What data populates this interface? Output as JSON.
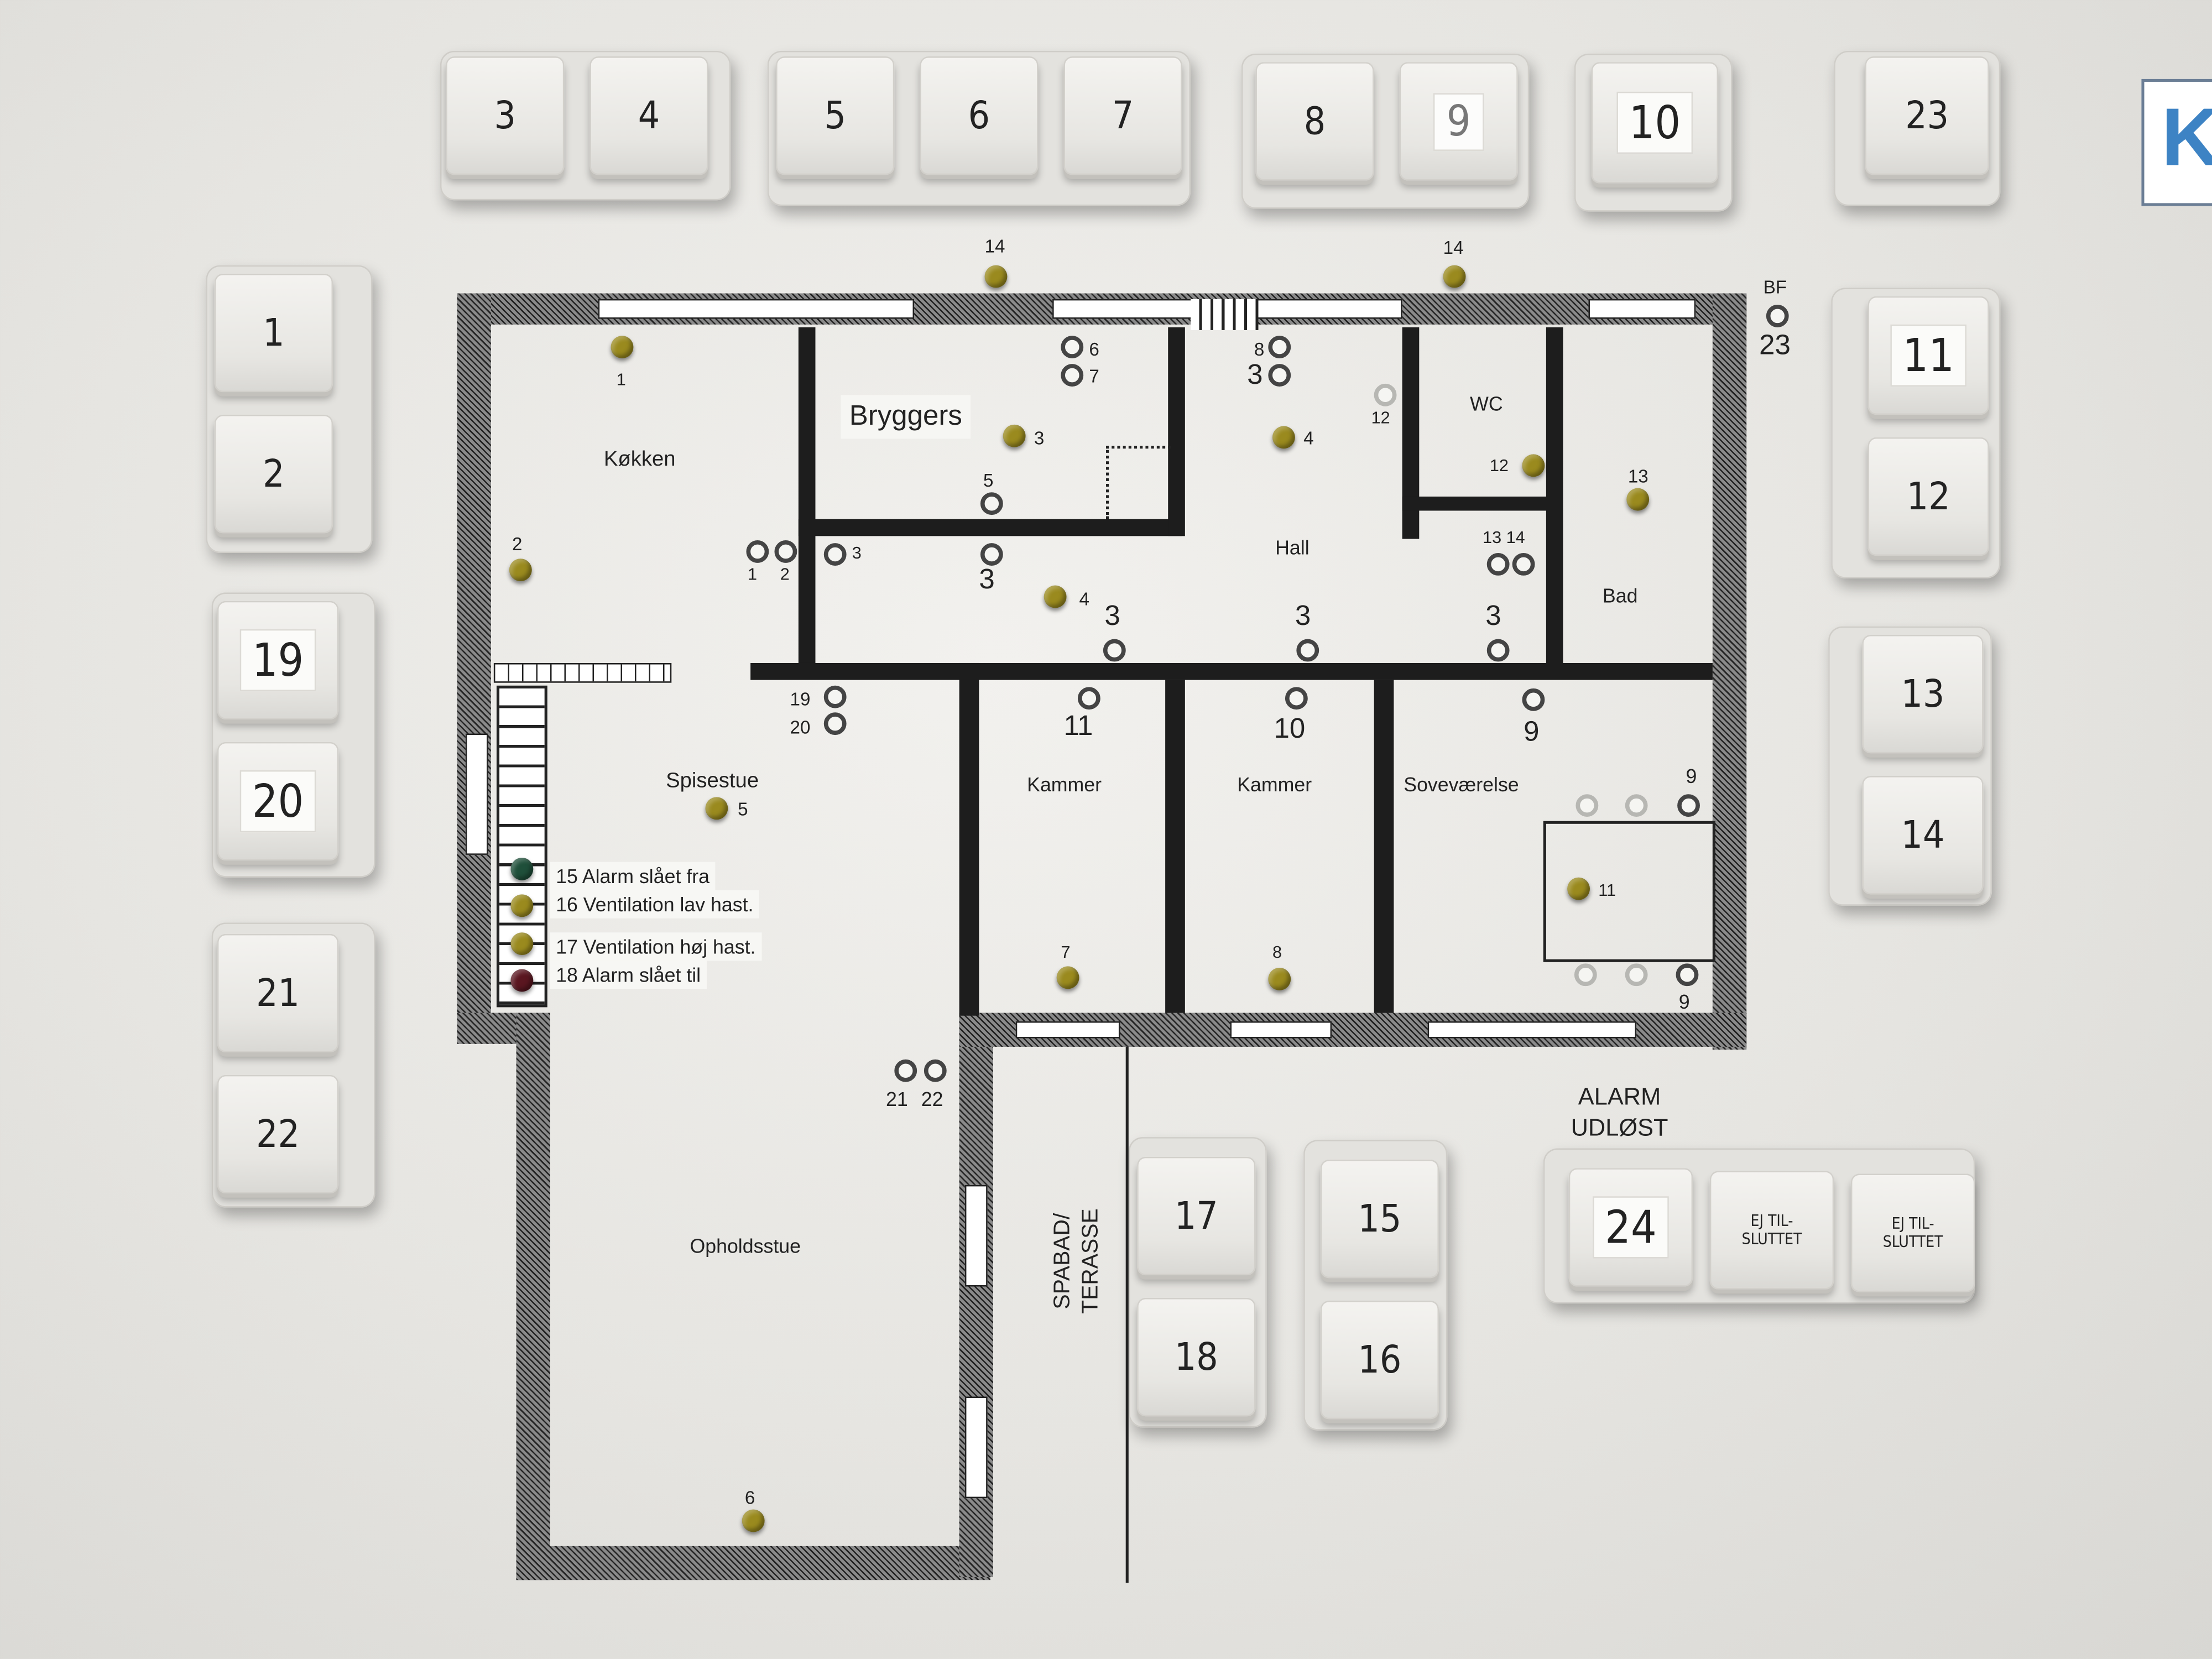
{
  "buttons": {
    "b1": "1",
    "b2": "2",
    "b3": "3",
    "b4": "4",
    "b5": "5",
    "b6": "6",
    "b7": "7",
    "b8": "8",
    "b9": "9",
    "b10": "10",
    "b11": "11",
    "b12": "12",
    "b13": "13",
    "b14": "14",
    "b15": "15",
    "b16": "16",
    "b17": "17",
    "b18": "18",
    "b19": "19",
    "b20": "20",
    "b21": "21",
    "b22": "22",
    "b23": "23",
    "b24": "24",
    "ej1": "EJ TIL-\nSLUTTET",
    "ej2": "EJ TIL-\nSLUTTET"
  },
  "alarm_label_line1": "ALARM",
  "alarm_label_line2": "UDLØST",
  "rooms": {
    "kokken": "Køkken",
    "bryggers": "Bryggers",
    "hall": "Hall",
    "wc": "WC",
    "bad": "Bad",
    "spisestue": "Spisestue",
    "kammer1": "Kammer",
    "kammer2": "Kammer",
    "sovevaerelse": "Soveværelse",
    "opholdsstue": "Opholdsstue",
    "spabad": "SPABAD/\nTERASSE"
  },
  "legend": {
    "l15": "15 Alarm slået fra",
    "l16": "16 Ventilation lav hast.",
    "l17": "17 Ventilation høj hast.",
    "l18": "18 Alarm slået til"
  },
  "plan_numbers": {
    "n14a": "14",
    "n14b": "14",
    "bf": "BF",
    "n23": "23",
    "n1": "1",
    "n2": "2",
    "n3b": "3",
    "n6": "6",
    "n7": "7",
    "n8": "8",
    "n3c": "3",
    "n12a": "12",
    "n12b": "12",
    "n13": "13",
    "n4a": "4",
    "n5": "5",
    "n1s": "1",
    "n2s": "2",
    "n3s": "3",
    "n3big": "3",
    "n4b": "4",
    "n1314": "13 14",
    "n3d": "3",
    "n3e": "3",
    "n3f": "3",
    "n19": "19",
    "n20": "20",
    "n11a": "11",
    "n10": "10",
    "n9a": "9",
    "n9b": "9",
    "n5s": "5",
    "n11b": "11",
    "n7b": "7",
    "n8b": "8",
    "n9c": "9",
    "n21": "21",
    "n22": "22",
    "n6b": "6"
  },
  "colors": {
    "led_yellow": "#9a8a1e",
    "led_green": "#1f4f3a",
    "led_red": "#5a1620",
    "logo_blue": "#3d83c4"
  },
  "logo_letter": "K"
}
